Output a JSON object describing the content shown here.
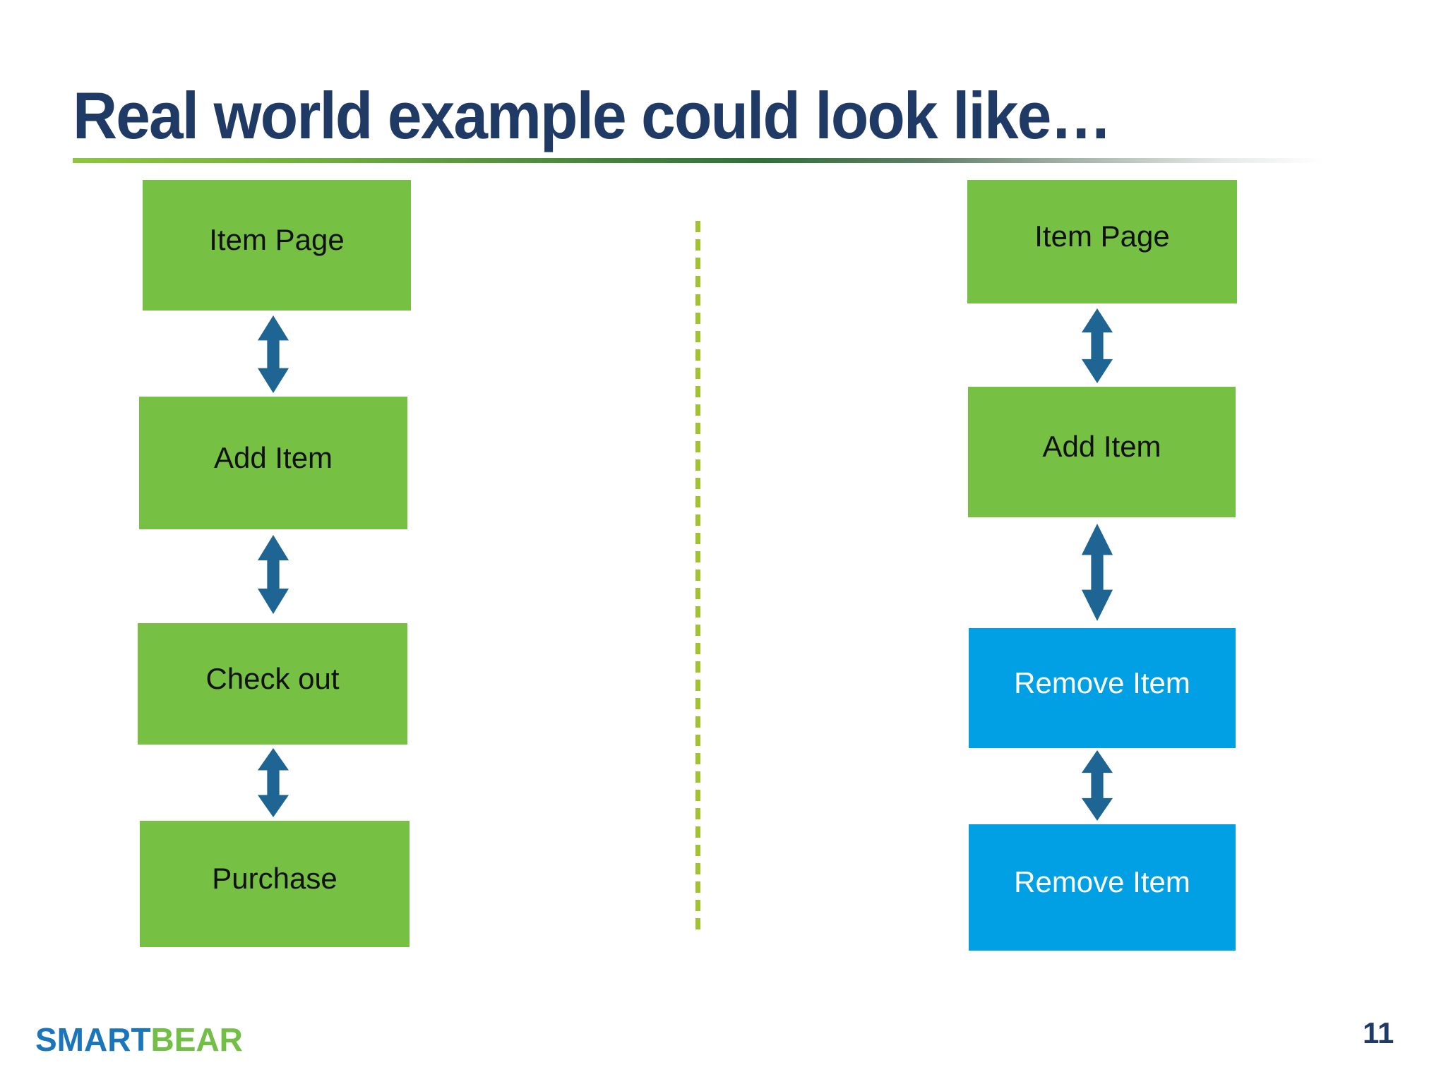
{
  "slide": {
    "title": "Real world example could look like…",
    "page_number": "11",
    "logo": {
      "part1": "SMART",
      "part2": "BEAR"
    }
  },
  "left_flow": {
    "steps": [
      {
        "label": "Item Page",
        "variant": "green"
      },
      {
        "label": "Add Item",
        "variant": "green"
      },
      {
        "label": "Check out",
        "variant": "green"
      },
      {
        "label": "Purchase",
        "variant": "green"
      }
    ]
  },
  "right_flow": {
    "steps": [
      {
        "label": "Item Page",
        "variant": "green"
      },
      {
        "label": "Add Item",
        "variant": "green"
      },
      {
        "label": "Remove Item",
        "variant": "blue"
      },
      {
        "label": "Remove Item",
        "variant": "blue"
      }
    ]
  },
  "icons": {
    "double_arrow_icon": "double-headed-vertical-arrow"
  },
  "colors": {
    "title_text": "#1F3A64",
    "green_box": "#76C043",
    "blue_box": "#019FE3",
    "arrow": "#1F6593",
    "dashed_divider": "#A0C32F",
    "underline_gradient_start": "#8DC63F",
    "underline_gradient_mid": "#2F7138",
    "logo_blue": "#1B75BB",
    "logo_green": "#71BF44"
  }
}
